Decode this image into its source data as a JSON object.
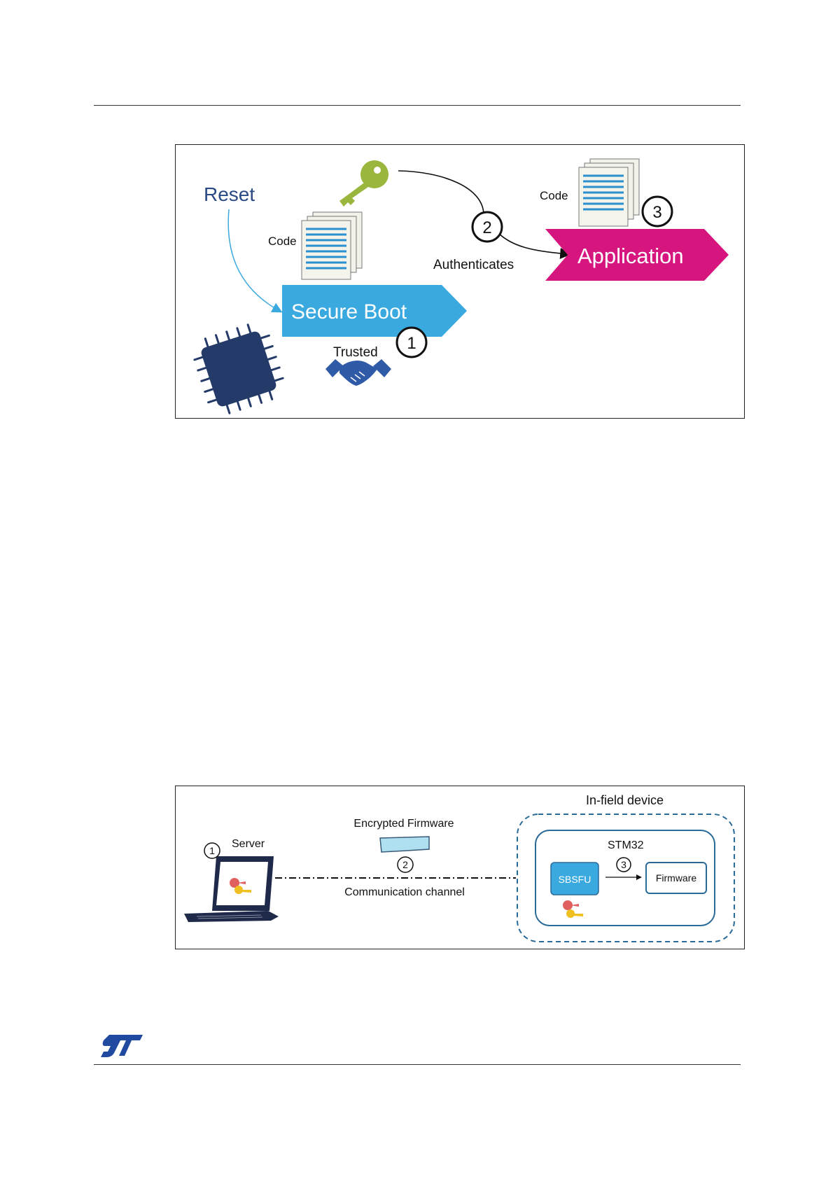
{
  "figure1": {
    "reset_label": "Reset",
    "code_label_1": "Code",
    "code_label_2": "Code",
    "secure_boot_label": "Secure Boot",
    "application_label": "Application",
    "authenticates_label": "Authenticates",
    "trusted_label": "Trusted",
    "step_1": "1",
    "step_2": "2",
    "step_3": "3",
    "colors": {
      "secure_boot": "#3aa9df",
      "application": "#d6157f",
      "key": "#9ab63c",
      "chip": "#243a68",
      "reset_text": "#2a4a86",
      "handshake": "#2e5aa8"
    }
  },
  "figure2": {
    "infield_label": "In-field device",
    "server_label": "Server",
    "encrypted_fw_label": "Encrypted Firmware",
    "comm_channel_label": "Communication channel",
    "stm32_label": "STM32",
    "sbsfu_label": "SBSFU",
    "firmware_label": "Firmware",
    "step_1": "1",
    "step_2": "2",
    "step_3": "3",
    "colors": {
      "device_border": "#2a6a98",
      "sbsfu_fill": "#3aa9df",
      "laptop": "#1f2a4a"
    }
  },
  "footer": {
    "logo_text": "ST",
    "logo_color": "#1f4aa0"
  }
}
